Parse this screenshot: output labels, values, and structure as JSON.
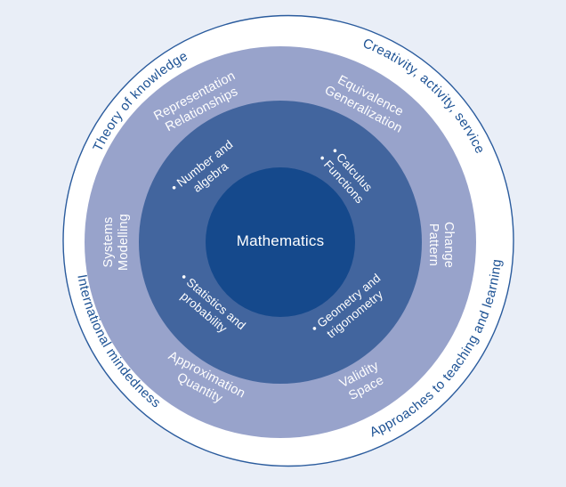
{
  "diagram": {
    "center_label": "Mathematics",
    "outer_ring_labels": [
      "Theory of knowledge",
      "Creativity, activity, service",
      "International mindedness",
      "Approaches to teaching and learning"
    ],
    "middle_ring_concepts": [
      {
        "id": "representation-relationships",
        "lines": [
          "Representation",
          "Relationships"
        ]
      },
      {
        "id": "equivalence-generalization",
        "lines": [
          "Equivalence",
          "Generalization"
        ]
      },
      {
        "id": "systems-modelling",
        "lines": [
          "Systems",
          "Modelling"
        ]
      },
      {
        "id": "change-pattern",
        "lines": [
          "Change",
          "Pattern"
        ]
      },
      {
        "id": "approximation-quantity",
        "lines": [
          "Approximation",
          "Quantity"
        ]
      },
      {
        "id": "validity-space",
        "lines": [
          "Validity",
          "Space"
        ]
      }
    ],
    "inner_ring_topics": [
      {
        "id": "number-and-algebra",
        "lines": [
          "• Number and",
          "algebra"
        ]
      },
      {
        "id": "calculus-functions",
        "lines": [
          "• Calculus",
          "• Functions"
        ]
      },
      {
        "id": "statistics-and-probability",
        "lines": [
          "• Statistics and",
          "probability"
        ]
      },
      {
        "id": "geometry-and-trigonometry",
        "lines": [
          "• Geometry and",
          "trigonometry"
        ]
      }
    ],
    "colors": {
      "page_background": "#e9eef7",
      "outer_ring_fill": "#ffffff",
      "outer_ring_stroke": "#2a5b9d",
      "concepts_ring_fill": "#98a3cb",
      "topics_ring_fill": "#42659e",
      "center_circle_fill": "#15498c",
      "outer_label_text": "#1d5294",
      "inner_label_text": "#ffffff"
    }
  }
}
